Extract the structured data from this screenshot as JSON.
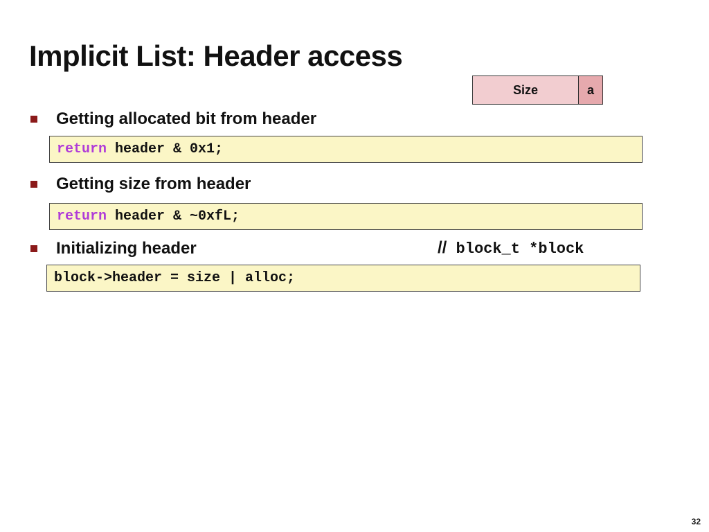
{
  "slide": {
    "title": "Implicit List: Header access",
    "page_number": "32"
  },
  "header_diagram": {
    "size_label": "Size",
    "alloc_label": "a",
    "colors": {
      "size_fill": "#f2cdd0",
      "alloc_fill": "#e6a9ad"
    }
  },
  "bullets": [
    {
      "text": "Getting allocated bit from header",
      "code_keyword": "return",
      "code_rest": " header & 0x1;"
    },
    {
      "text": "Getting size from header",
      "code_keyword": "return",
      "code_rest": " header & ~0xfL;"
    },
    {
      "text": "Initializing header",
      "comment_slashes": "//",
      "comment_code": " block_t *block",
      "code_keyword": "",
      "code_rest": "block->header = size | alloc;"
    }
  ],
  "colors": {
    "bullet": "#8b1a1a",
    "code_background": "#fbf6c6",
    "keyword": "#b03cd8"
  }
}
